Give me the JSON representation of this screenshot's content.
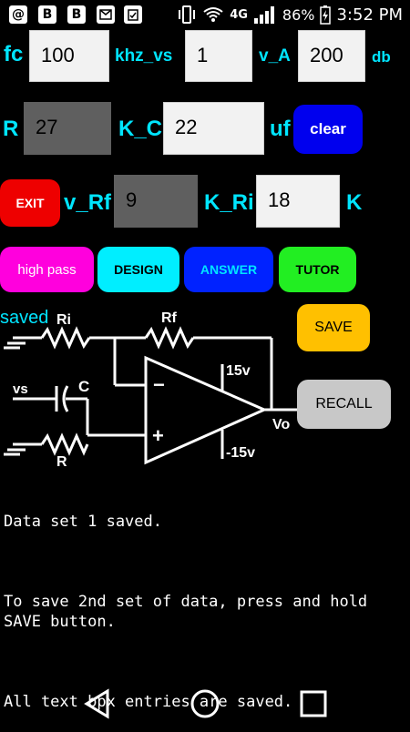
{
  "status_bar": {
    "app_icons": [
      "@",
      "B",
      "B"
    ],
    "network": "4G",
    "battery": "86%",
    "time": "3:52 PM"
  },
  "row1": {
    "fc_label": "fc",
    "fc_value": "100",
    "fc_unit": "khz_vs",
    "vs_value": "1",
    "va_label": "v_A",
    "va_value": "200",
    "va_unit": "db"
  },
  "row2": {
    "r_label": "R",
    "r_value": "27",
    "kc_label": "K_C",
    "kc_value": "22",
    "kc_unit": "uf",
    "clear_label": "clear"
  },
  "row3": {
    "exit_label": "EXIT",
    "vrf_label": "v_Rf",
    "vrf_value": "9",
    "kri_label": "K_Ri",
    "kri_value": "18",
    "kri_unit": "K"
  },
  "mode_buttons": {
    "high_pass": "high pass",
    "design": "DESIGN",
    "answer": "ANSWER",
    "tutor": "TUTOR"
  },
  "circuit": {
    "saved_text": "saved",
    "ri": "Ri",
    "rf": "Rf",
    "vs": "vs",
    "c": "C",
    "r": "R",
    "minus": "−",
    "plus": "+",
    "vpos": "15v",
    "vneg": "-15v",
    "vo": "Vo"
  },
  "side_buttons": {
    "save": "SAVE",
    "recall": "RECALL"
  },
  "message": {
    "line1": "Data set 1 saved.",
    "line2": "To save 2nd set of data, press and hold SAVE button.",
    "line3": "All text bpx entries are saved."
  },
  "colors": {
    "label": "#00e5ff",
    "clear": "#0000ee",
    "exit": "#ee0000",
    "high_pass": "#ff00dd",
    "design": "#00eeff",
    "answer": "#0022ff",
    "tutor": "#22ee22",
    "save": "#ffc000",
    "recall": "#c8c8c8"
  }
}
